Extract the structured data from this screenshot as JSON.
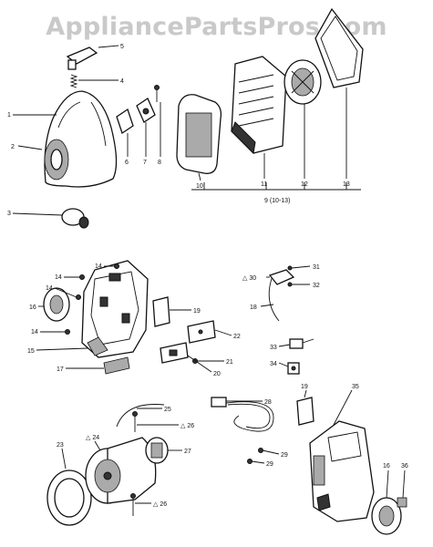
{
  "watermark": "AppliancePartsPros.com",
  "callouts": {
    "c1": "1",
    "c2": "2",
    "c3": "3",
    "c4": "4",
    "c5": "5",
    "c6": "6",
    "c7": "7",
    "c8": "8",
    "c10": "10",
    "c11": "11",
    "c12": "12",
    "c13": "13",
    "c9group": "9 (10-13)",
    "c14a": "14",
    "c14b": "14",
    "c14c": "14",
    "c14d": "14",
    "c15": "15",
    "c16": "16",
    "c17": "17",
    "c18": "18",
    "c19": "19",
    "c20": "20",
    "c21": "21",
    "c22": "22",
    "c23": "23",
    "c24": "△ 24",
    "c25": "25",
    "c26a": "△ 26",
    "c26b": "△ 26",
    "c27": "27",
    "c28": "28",
    "c29a": "29",
    "c29b": "29",
    "c30": "△ 30",
    "c31": "31",
    "c32": "32",
    "c33": "33",
    "c34": "34",
    "c35": "35",
    "c16b": "16",
    "c36": "36",
    "c19b": "19"
  }
}
